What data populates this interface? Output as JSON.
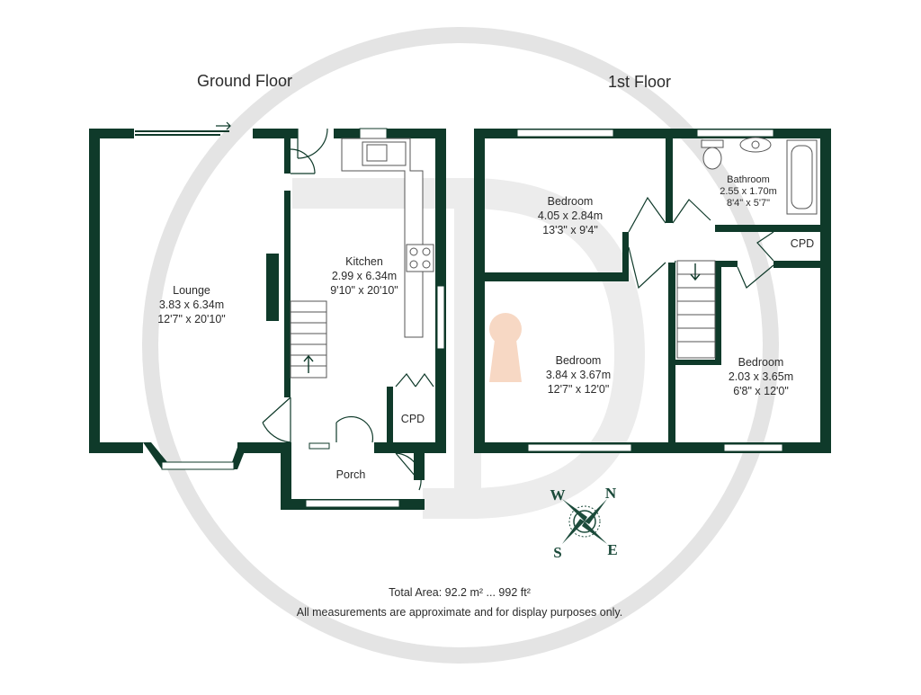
{
  "floors": {
    "ground": {
      "title": "Ground Floor"
    },
    "first": {
      "title": "1st Floor"
    }
  },
  "rooms": {
    "lounge": {
      "name": "Lounge",
      "metric": "3.83 x 6.34m",
      "imperial": "12'7\" x 20'10\""
    },
    "kitchen": {
      "name": "Kitchen",
      "metric": "2.99 x 6.34m",
      "imperial": "9'10\" x 20'10\""
    },
    "porch": {
      "name": "Porch"
    },
    "cpd_ground": {
      "name": "CPD"
    },
    "bedroom1": {
      "name": "Bedroom",
      "metric": "4.05 x 2.84m",
      "imperial": "13'3\" x 9'4\""
    },
    "bathroom": {
      "name": "Bathroom",
      "metric": "2.55 x 1.70m",
      "imperial": "8'4\" x 5'7\""
    },
    "cpd_first": {
      "name": "CPD"
    },
    "bedroom2": {
      "name": "Bedroom",
      "metric": "3.84 x 3.67m",
      "imperial": "12'7\" x 12'0\""
    },
    "bedroom3": {
      "name": "Bedroom",
      "metric": "2.03 x 3.65m",
      "imperial": "6'8\" x 12'0\""
    }
  },
  "compass": {
    "n": "N",
    "s": "S",
    "e": "E",
    "w": "W"
  },
  "footer": {
    "total_area": "Total Area: 92.2 m² ... 992 ft²",
    "disclaimer": "All measurements are approximate and for display purposes only."
  },
  "colors": {
    "wall": "#0f3a2a",
    "watermark": "#e3e3e3",
    "keyhole": "#f7d8c4"
  }
}
